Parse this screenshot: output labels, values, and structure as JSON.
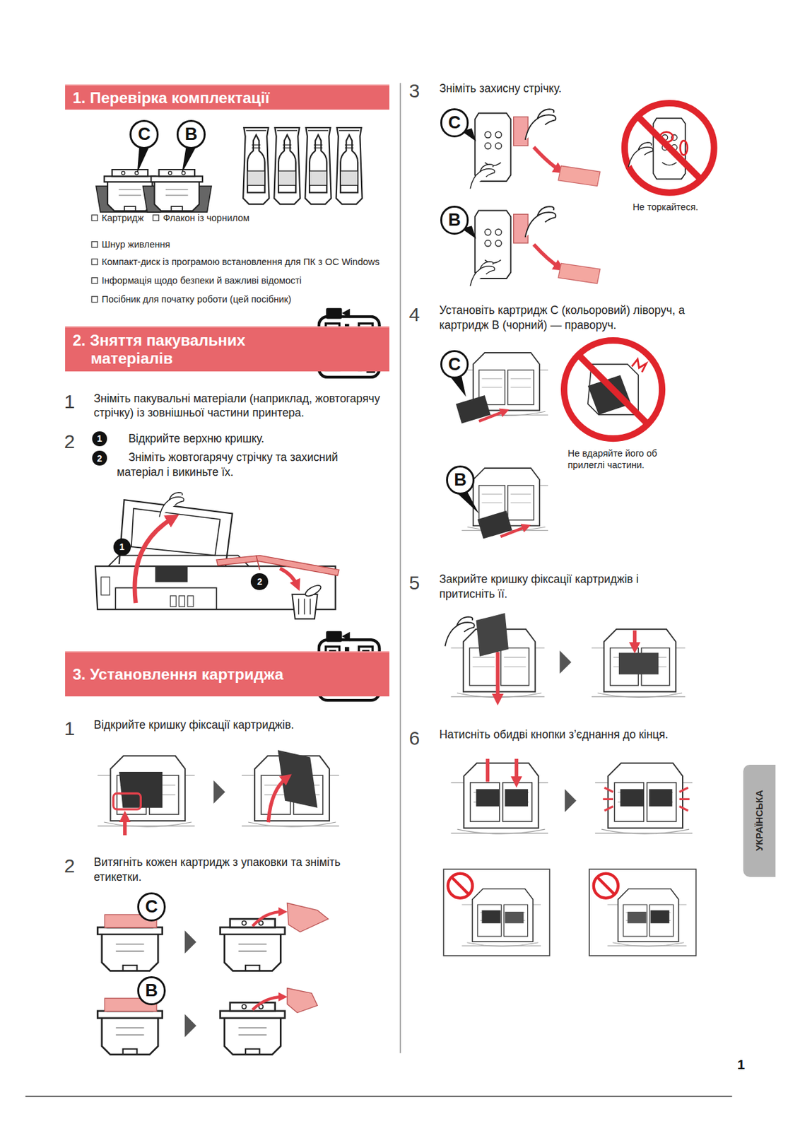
{
  "diagram": {
    "nodes": [
      {
        "text": [
          "1. Перевірка комплектації"
        ]
      },
      {
        "text": [
          "C"
        ]
      },
      {
        "text": [
          "B"
        ]
      },
      {
        "text": [
          "2. Зняття пакувальних матеріалів"
        ]
      },
      {
        "text": [
          "1"
        ]
      },
      {
        "text": [
          "2"
        ]
      },
      {
        "text": [
          "1"
        ]
      },
      {
        "text": [
          "2"
        ]
      },
      {
        "text": [
          "3. Установлення картриджа"
        ]
      },
      {
        "text": [
          "C"
        ]
      },
      {
        "text": [
          "B"
        ]
      },
      {
        "text": [
          "C"
        ]
      },
      {
        "text": [
          "B"
        ]
      },
      {
        "text": [
          "C"
        ]
      },
      {
        "text": [
          "B"
        ]
      },
      {
        "text": [
          "УКРАЇНСЬКА"
        ]
      }
    ],
    "labels": [
      "Картридж",
      "Флакон із чорнилом",
      "Шнур живлення",
      "Компакт-диск із програмою встановлення для ПК з ОС Windows",
      "Інформація щодо безпеки й важливі відомості",
      "Посібник для початку роботи (цей посібник)",
      "1",
      "Зніміть пакувальні матеріали (наприклад, жовтогарячу стрічку) із зовнішньої частини принтера.",
      "2",
      "Відкрийте верхню кришку.",
      "Зніміть жовтогарячу стрічку та захисний матеріал і викиньте їх.",
      "1",
      "Відкрийте кришку фіксації картриджів.",
      "2",
      "Витягніть кожен картридж з упаковки та зніміть етикетки.",
      "3",
      "Зніміть захисну стрічку.",
      "Не торкайтеся.",
      "4",
      "Установіть картридж C (кольоровий) ліворуч, а картридж B (чорний) — праворуч.",
      "Не вдаряйте його об прилеглі частини.",
      "5",
      "Закрийте кришку фіксації картриджів і притисніть її.",
      "6",
      "Натисніть обидві кнопки з’єднання до кінця.",
      "1"
    ]
  }
}
